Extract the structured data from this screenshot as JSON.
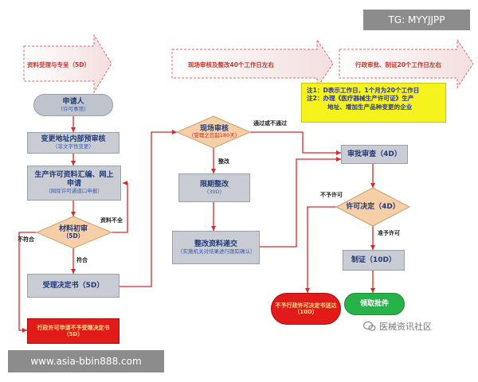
{
  "banners": [
    {
      "label": "资料受理与专呈（5D）"
    },
    {
      "label": "现场审核及整改40个工作日左右"
    },
    {
      "label": "行政审批、制证20个工作日左右"
    }
  ],
  "note": {
    "line1": "注1：D表示工作日，1个月为20个工作日",
    "line2": "注2：办理《医疗器械生产许可证》生产",
    "line3": "地址、增加生产品种变更的企业"
  },
  "nodes": {
    "apply": {
      "title": "申请人",
      "sub": "（许可事项）"
    },
    "change_review": {
      "title": "变更地址内部预审核",
      "sub": "（非文字性变更）"
    },
    "compile": {
      "title": "生产许可资料汇编、网上申请",
      "sub": "（网际许可通道口申报）"
    },
    "initial_review": {
      "title": "材料初审",
      "sub": "（5D）"
    },
    "acceptance": {
      "title": "受理决定书（5D）"
    },
    "reject_acceptance": {
      "title": "行政许可申请不予受理决定书（5D）"
    },
    "site_audit": {
      "title": "现场审核",
      "sub": "（受理之日起180天）"
    },
    "rectify": {
      "title": "限期整改",
      "sub": "（30D）"
    },
    "rectify_submit": {
      "title": "整改资料递交",
      "sub": "（实施机关对结果进行跟踪确认）"
    },
    "approval_review": {
      "title": "审批审查（4D）"
    },
    "license_decision": {
      "title": "许可决定（4D）"
    },
    "certify": {
      "title": "制证（10D）"
    },
    "collect": {
      "title": "领取批件"
    },
    "reject_license": {
      "title": "不予行政许可决定书送达（10D）"
    }
  },
  "edge_labels": {
    "not_complete": "资料不全",
    "not_conform": "不符合",
    "conform": "符合",
    "rectify": "整改",
    "pass_or_fail": "通过或不通过",
    "not_permit": "不予许可",
    "permit": "准予许可"
  },
  "watermarks": {
    "top": "TG: MYYJJPP",
    "bottom": "www.asia-bbin888.com",
    "brand": "医械资讯社区"
  }
}
